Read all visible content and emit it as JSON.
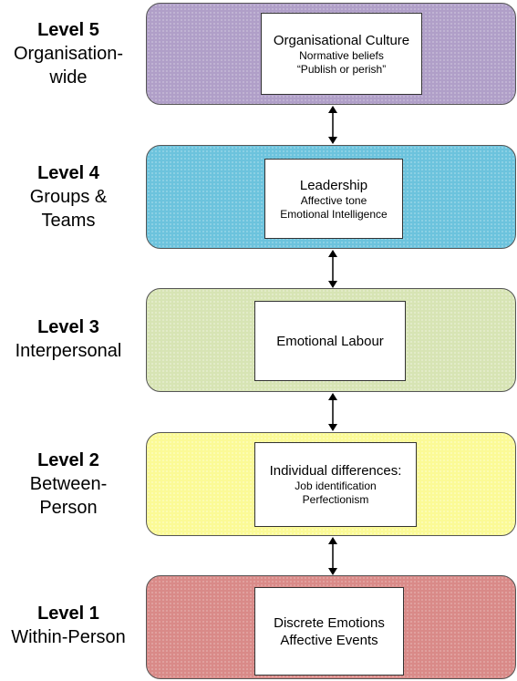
{
  "levels": [
    {
      "title": "Level 5",
      "subtitle_line1": "Organisation-",
      "subtitle_line2": "wide",
      "box_main": "Organisational Culture",
      "box_sub1": "Normative beliefs",
      "box_sub2": "“Publish or perish”",
      "color": "#b09fc8"
    },
    {
      "title": "Level 4",
      "subtitle_line1": "Groups &",
      "subtitle_line2": "Teams",
      "box_main": "Leadership",
      "box_sub1": "Affective tone",
      "box_sub2": "Emotional Intelligence",
      "color": "#6cc3dd"
    },
    {
      "title": "Level 3",
      "subtitle_line1": "Interpersonal",
      "subtitle_line2": "",
      "box_main": "Emotional Labour",
      "box_sub1": "",
      "box_sub2": "",
      "color": "#d7e4b4"
    },
    {
      "title": "Level 2",
      "subtitle_line1": "Between-",
      "subtitle_line2": "Person",
      "box_main": "Individual differences:",
      "box_sub1": "Job identification",
      "box_sub2": "Perfectionism",
      "color": "#fbfa96"
    },
    {
      "title": "Level 1",
      "subtitle_line1": "Within-Person",
      "subtitle_line2": "",
      "box_main": "Discrete Emotions",
      "box_sub1": "Affective Events",
      "box_sub2": "",
      "color": "#d98a88"
    }
  ]
}
